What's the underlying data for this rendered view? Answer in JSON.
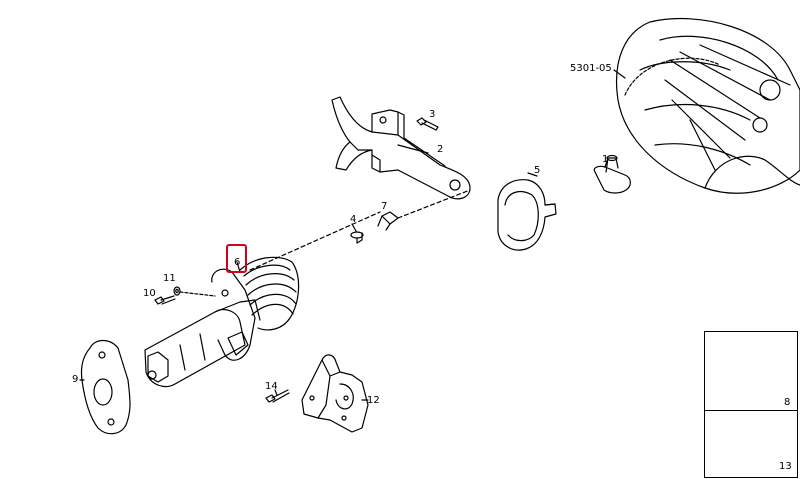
{
  "diagram": {
    "callouts": [
      {
        "id": "1",
        "text": "1"
      },
      {
        "id": "2",
        "text": "2"
      },
      {
        "id": "3",
        "text": "3"
      },
      {
        "id": "4",
        "text": "4"
      },
      {
        "id": "5",
        "text": "5"
      },
      {
        "id": "6",
        "text": "6"
      },
      {
        "id": "7",
        "text": "7"
      },
      {
        "id": "8",
        "text": "8"
      },
      {
        "id": "9",
        "text": "9"
      },
      {
        "id": "10",
        "text": "10"
      },
      {
        "id": "11",
        "text": "11"
      },
      {
        "id": "12",
        "text": "12"
      },
      {
        "id": "13",
        "text": "13"
      },
      {
        "id": "14",
        "text": "14"
      }
    ],
    "reference_label": "5301-05",
    "highlighted_callout": "6",
    "highlight_color": "#d1001f"
  }
}
